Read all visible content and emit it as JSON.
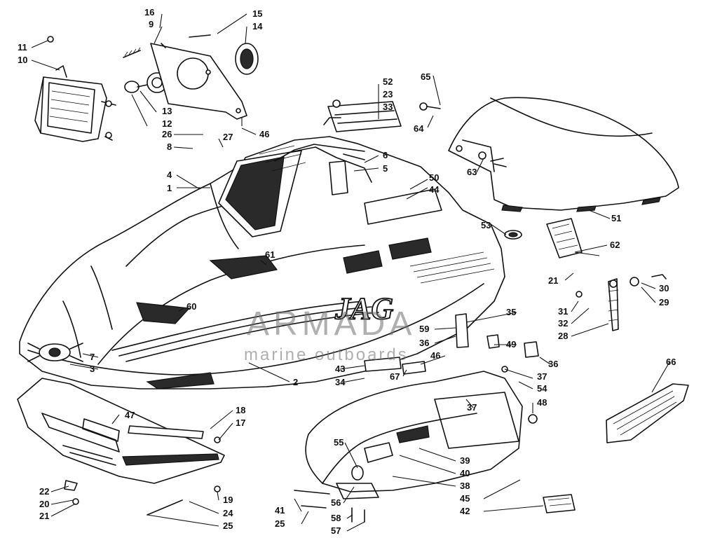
{
  "diagram": {
    "watermark": {
      "brand": "ARMADA",
      "tagline": "marine outboards",
      "accent_color": "#e05a8c",
      "text_color": "#6f6f6f"
    },
    "decal_text": "JAG",
    "line_color": "#111111",
    "callouts": [
      "16",
      "9",
      "15",
      "14",
      "11",
      "10",
      "13",
      "12",
      "26",
      "27",
      "8",
      "46",
      "4",
      "1",
      "6",
      "5",
      "52",
      "23",
      "33",
      "65",
      "64",
      "63",
      "50",
      "44",
      "51",
      "53",
      "62",
      "61",
      "60",
      "7",
      "3",
      "2",
      "21",
      "30",
      "31",
      "29",
      "32",
      "28",
      "35",
      "49",
      "59",
      "36",
      "46",
      "43",
      "67",
      "34",
      "37",
      "54",
      "48",
      "18",
      "17",
      "47",
      "55",
      "39",
      "40",
      "38",
      "45",
      "42",
      "41",
      "25",
      "56",
      "58",
      "57",
      "22",
      "20",
      "21",
      "19",
      "24",
      "25",
      "66",
      "36",
      "37"
    ]
  }
}
